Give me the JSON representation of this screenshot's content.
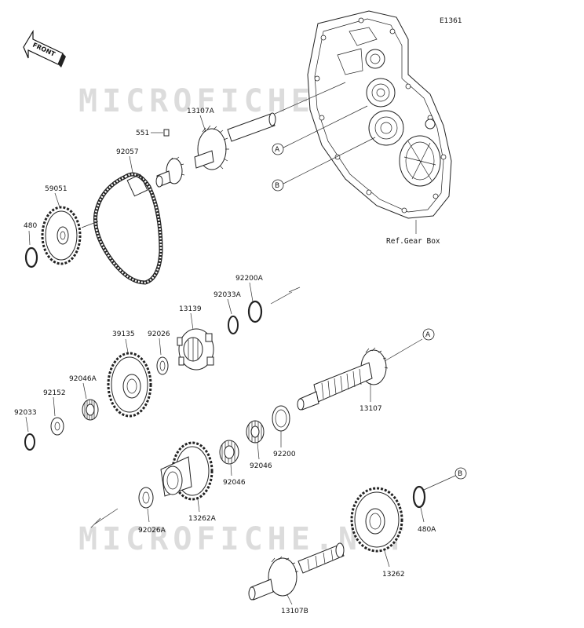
{
  "diagram_code": "E1361",
  "front_label": "FRONT",
  "watermark": "MICROFICHE.NET",
  "reference": "Ref.Gear Box",
  "circle_refs": {
    "a": "A",
    "b": "B"
  },
  "parts": {
    "p13107A": "13107A",
    "p551": "551",
    "p92057": "92057",
    "p59051": "59051",
    "p480": "480",
    "p92200A": "92200A",
    "p92033A": "92033A",
    "p13139": "13139",
    "p39135": "39135",
    "p92026": "92026",
    "p92046A": "92046A",
    "p92152": "92152",
    "p92033": "92033",
    "p13107": "13107",
    "p92200": "92200",
    "p92046_1": "92046",
    "p92046_2": "92046",
    "p13262A": "13262A",
    "p92026A": "92026A",
    "p480A": "480A",
    "p13262": "13262",
    "p13107B": "13107B"
  }
}
